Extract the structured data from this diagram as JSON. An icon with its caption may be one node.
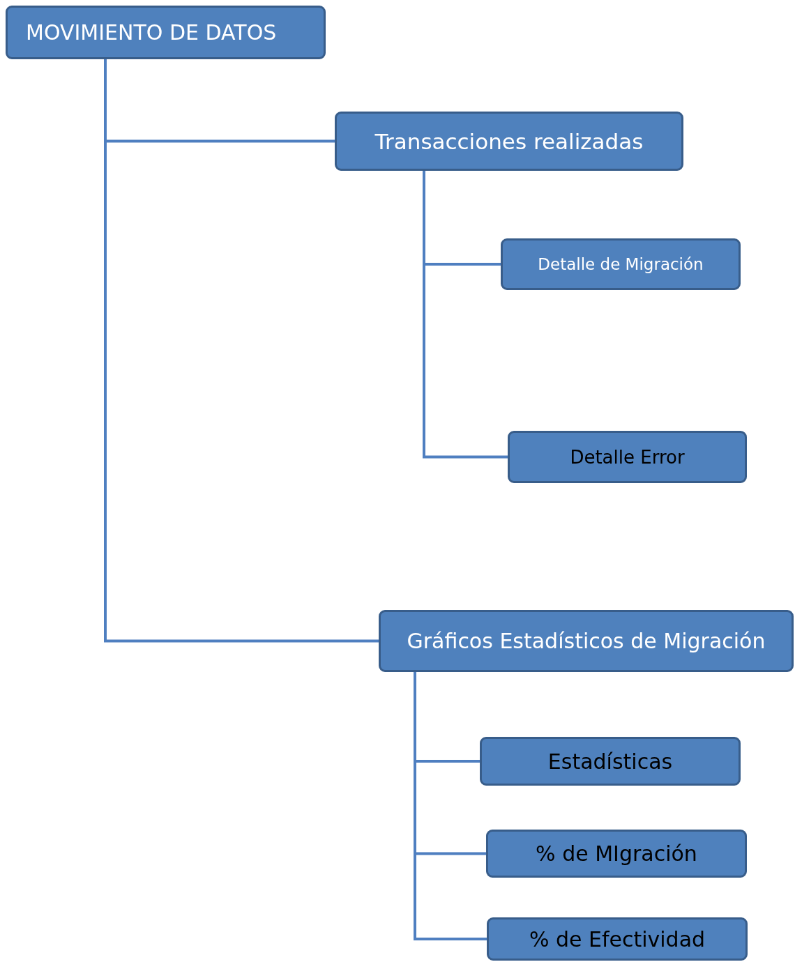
{
  "diagram": {
    "nodes": [
      {
        "text": [
          "MOVIMIENTO DE DATOS"
        ]
      },
      {
        "text": [
          "Transacciones realizadas"
        ]
      },
      {
        "text": [
          "Detalle de Migración"
        ]
      },
      {
        "text": [
          "Detalle Error"
        ]
      },
      {
        "text": [
          "Gráficos Estadísticos de Migración"
        ]
      },
      {
        "text": [
          "Estadísticas"
        ]
      },
      {
        "text": [
          "% de MIgración"
        ]
      },
      {
        "text": [
          "% de Efectividad"
        ]
      }
    ],
    "edges": [
      {
        "from": 0,
        "to": 1,
        "arrow": "none"
      },
      {
        "from": 0,
        "to": 4,
        "arrow": "none"
      },
      {
        "from": 1,
        "to": 2,
        "arrow": "none"
      },
      {
        "from": 1,
        "to": 3,
        "arrow": "none"
      },
      {
        "from": 4,
        "to": 5,
        "arrow": "none"
      },
      {
        "from": 4,
        "to": 6,
        "arrow": "none"
      },
      {
        "from": 4,
        "to": 7,
        "arrow": "none"
      }
    ]
  }
}
